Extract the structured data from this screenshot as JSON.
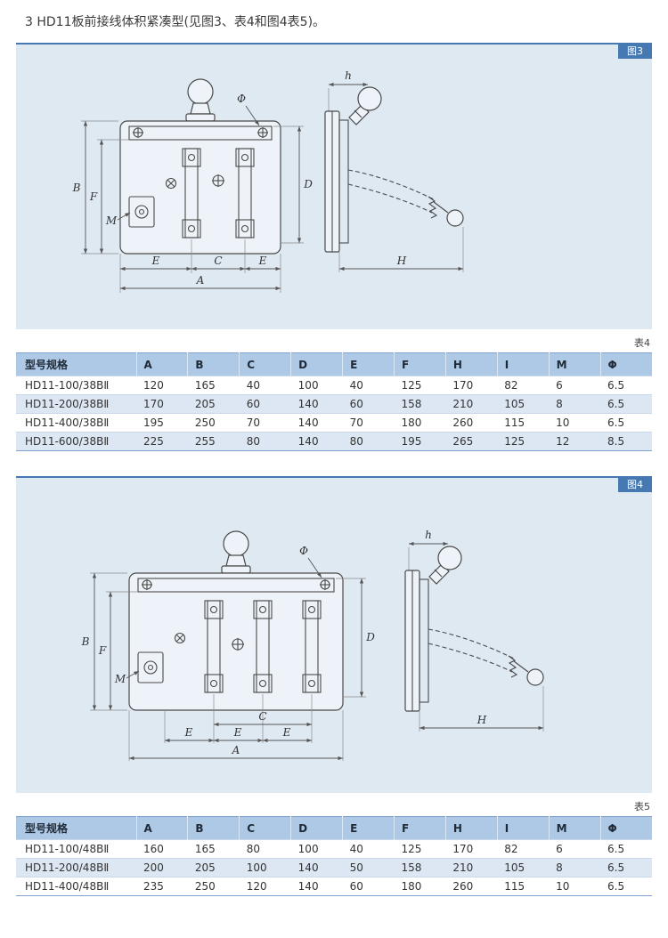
{
  "colors": {
    "accent": "#4679b2",
    "panel_bg": "#dfe9f2",
    "table_header_bg": "#aec9e6",
    "row_stripe": "#dce7f3",
    "table_border": "#7fa3cd"
  },
  "page": {
    "heading": "3 HD11板前接线体积紧凑型(见图3、表4和图4表5)。"
  },
  "figure3": {
    "tab": "图3",
    "labels": {
      "A": "A",
      "B": "B",
      "C": "C",
      "D": "D",
      "E1": "E",
      "E2": "E",
      "F": "F",
      "M": "M",
      "phi": "Φ",
      "h": "h",
      "H": "H"
    }
  },
  "figure4": {
    "tab": "图4",
    "labels": {
      "A": "A",
      "B": "B",
      "C": "C",
      "D": "D",
      "E1": "E",
      "E2": "E",
      "E3": "E",
      "F": "F",
      "M": "M",
      "phi": "Φ",
      "h": "h",
      "H": "H"
    }
  },
  "table4": {
    "label": "表4",
    "headers": [
      "型号规格",
      "A",
      "B",
      "C",
      "D",
      "E",
      "F",
      "H",
      "I",
      "M",
      "Φ"
    ],
    "rows": [
      [
        "HD11-100/38BⅡ",
        "120",
        "165",
        "40",
        "100",
        "40",
        "125",
        "170",
        "82",
        "6",
        "6.5"
      ],
      [
        "HD11-200/38BⅡ",
        "170",
        "205",
        "60",
        "140",
        "60",
        "158",
        "210",
        "105",
        "8",
        "6.5"
      ],
      [
        "HD11-400/38BⅡ",
        "195",
        "250",
        "70",
        "140",
        "70",
        "180",
        "260",
        "115",
        "10",
        "6.5"
      ],
      [
        "HD11-600/38BⅡ",
        "225",
        "255",
        "80",
        "140",
        "80",
        "195",
        "265",
        "125",
        "12",
        "8.5"
      ]
    ]
  },
  "table5": {
    "label": "表5",
    "headers": [
      "型号规格",
      "A",
      "B",
      "C",
      "D",
      "E",
      "F",
      "H",
      "I",
      "M",
      "Φ"
    ],
    "rows": [
      [
        "HD11-100/48BⅡ",
        "160",
        "165",
        "80",
        "100",
        "40",
        "125",
        "170",
        "82",
        "6",
        "6.5"
      ],
      [
        "HD11-200/48BⅡ",
        "200",
        "205",
        "100",
        "140",
        "50",
        "158",
        "210",
        "105",
        "8",
        "6.5"
      ],
      [
        "HD11-400/48BⅡ",
        "235",
        "250",
        "120",
        "140",
        "60",
        "180",
        "260",
        "115",
        "10",
        "6.5"
      ]
    ]
  }
}
